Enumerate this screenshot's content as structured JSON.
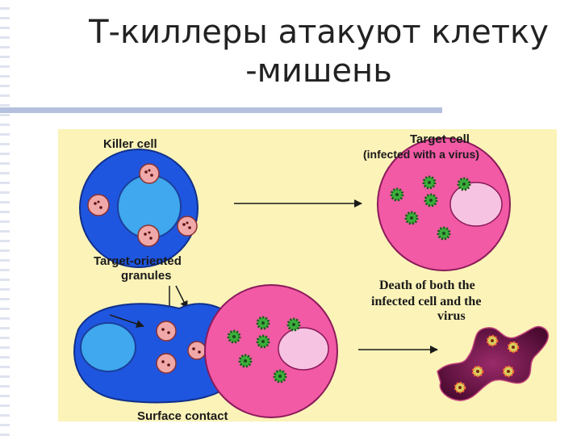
{
  "slide": {
    "title_line1": "Т-киллеры атакуют клетку",
    "title_line2": "-мишень"
  },
  "figure": {
    "killer_cell_label": "Killer cell",
    "target_cell_label": "Target cell",
    "target_cell_sublabel": "(infected with a virus)",
    "granules_label_line1": "Target-oriented",
    "granules_label_line2": "granules",
    "death_label_line1": "Death of both the",
    "death_label_line2": "infected cell and the",
    "death_label_line3": "virus",
    "surface_contact_label": "Surface contact"
  },
  "colors": {
    "background": "#fbf3b8",
    "killer_cell": "#1f56e0",
    "killer_nucleus": "#3fa8ee",
    "target_cell": "#f25aa5",
    "target_nucleus": "#f7c3e2",
    "granule": "#f0a8a8",
    "virus": "#3cae3c",
    "dead_cell": "#5a0f3a"
  }
}
